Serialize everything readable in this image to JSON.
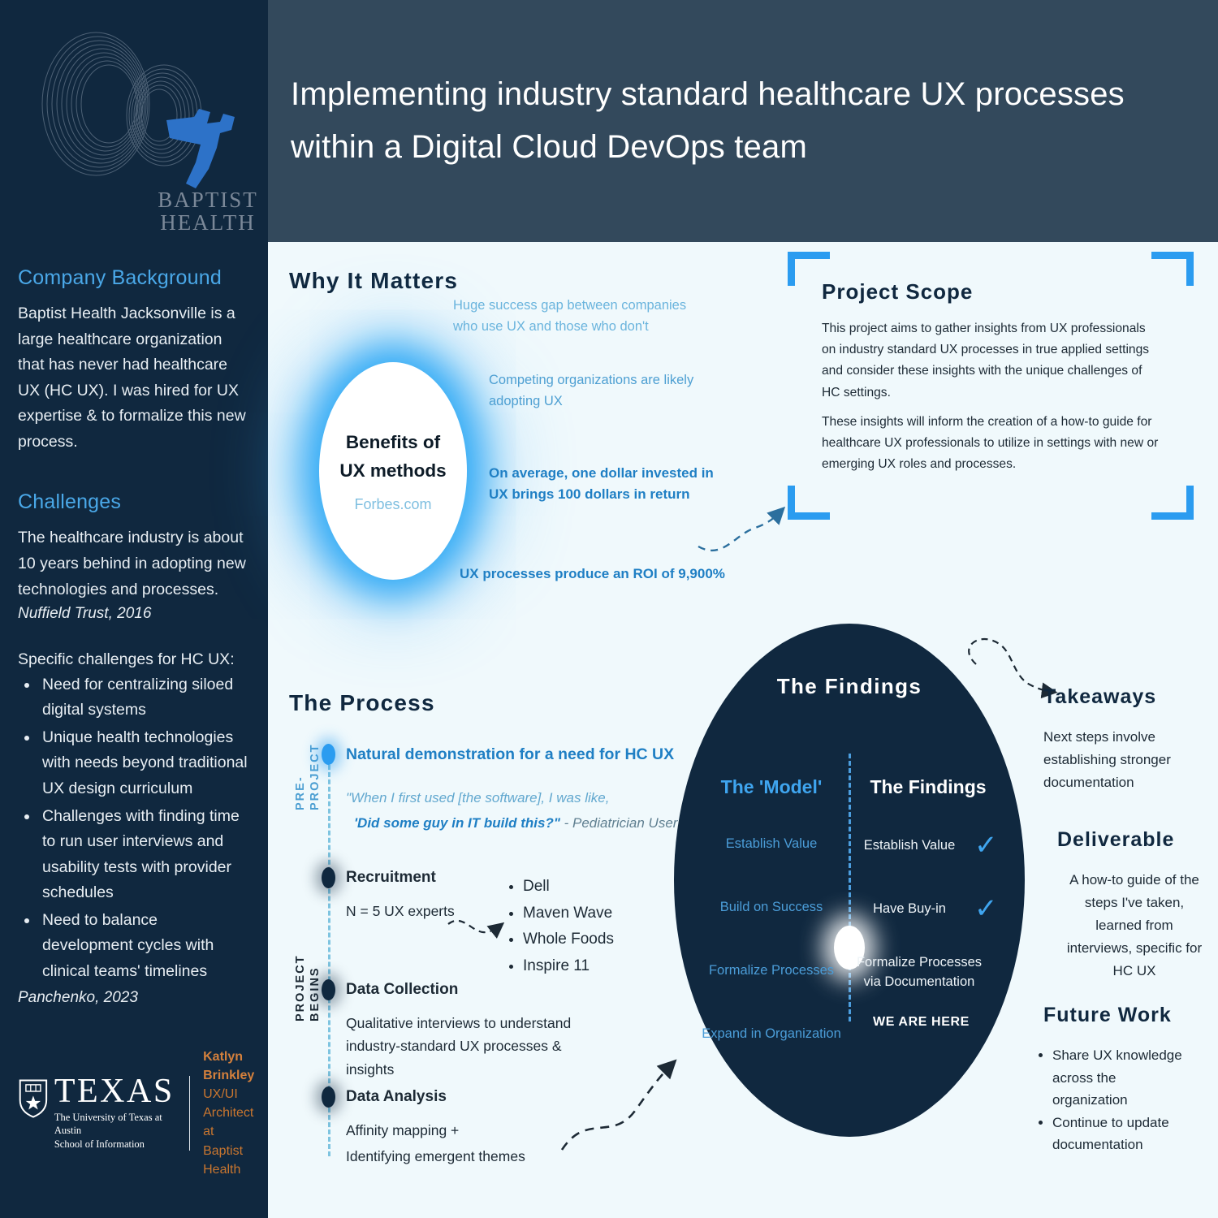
{
  "sidebar": {
    "logo": {
      "brand_line1": "BAPTIST",
      "brand_line2": "HEALTH",
      "icon": "infinity-rings-logo"
    },
    "sections": [
      {
        "heading": "Company Background",
        "body": "Baptist Health Jacksonville is a large healthcare organization that has never had healthcare UX (HC UX). I was hired for UX expertise & to formalize this new process."
      },
      {
        "heading": "Challenges",
        "body": "The healthcare industry is about 10 years behind in adopting new technologies and processes.",
        "citation": "Nuffield Trust, 2016"
      }
    ],
    "challenges_lead": "Specific challenges for HC UX:",
    "challenges_items": [
      "Need for centralizing siloed digital systems",
      "Unique health technologies with needs beyond traditional UX design curriculum",
      "Challenges with finding time to run user interviews and usability tests with provider schedules",
      "Need to balance development cycles with clinical teams' timelines"
    ],
    "challenges_citation": "Panchenko, 2023",
    "footer": {
      "university_name": "TEXAS",
      "university_sub1": "The University of Texas at Austin",
      "university_sub2": "School of Information",
      "author_name": "Katlyn Brinkley",
      "author_role_line1": "UX/UI Architect at",
      "author_role_line2": "Baptist Health"
    }
  },
  "header": {
    "title": "Implementing industry standard healthcare UX processes within a Digital Cloud DevOps team"
  },
  "why_it_matters": {
    "heading": "Why It Matters",
    "ellipse_line1": "Benefits of",
    "ellipse_line2": "UX methods",
    "ellipse_source": "Forbes.com",
    "statements": [
      "Huge success gap between companies who use UX and those who don't",
      "Competing organizations are likely adopting UX",
      "On average, one dollar invested in UX brings 100 dollars in return",
      "UX processes produce an ROI of 9,900%"
    ]
  },
  "project_scope": {
    "heading": "Project Scope",
    "paragraph1": "This project aims to gather insights from UX professionals on industry standard UX processes in true applied settings and consider these insights with the unique challenges of HC settings.",
    "paragraph2": "These insights will inform the creation of a how-to guide for healthcare UX professionals to utilize in settings with new or emerging UX roles and processes."
  },
  "process": {
    "heading": "The Process",
    "phase_label_1a": "PRE-",
    "phase_label_1b": "PROJECT",
    "phase_label_2a": "PROJECT",
    "phase_label_2b": "BEGINS",
    "steps": [
      {
        "title": "Natural demonstration for a need for HC UX",
        "quote_line1": "\"When I first used [the software], I was like,",
        "quote_line2": "'Did some guy in IT build this?\"",
        "quote_attrib": "- Pediatrician User"
      },
      {
        "title": "Recruitment",
        "body": "N = 5 UX experts"
      },
      {
        "title": "Data Collection",
        "body": "Qualitative interviews to understand industry-standard UX processes & insights"
      },
      {
        "title": "Data Analysis",
        "body_line1": "Affinity mapping +",
        "body_line2": "Identifying emergent themes"
      }
    ],
    "companies": [
      "Dell",
      "Maven Wave",
      "Whole Foods",
      "Inspire 11"
    ]
  },
  "findings": {
    "heading": "The Findings",
    "column_left_heading": "The 'Model'",
    "column_right_heading": "The Findings",
    "model_items": [
      "Establish Value",
      "Build on Success",
      "Formalize Processes",
      "Expand in Organization"
    ],
    "findings_items": [
      {
        "label": "Establish Value",
        "check": true
      },
      {
        "label": "Have Buy-in",
        "check": true
      },
      {
        "label": "Formalize Processes via Documentation",
        "check": false
      }
    ],
    "you_are_here": "WE ARE HERE"
  },
  "takeaways": {
    "heading": "Takeaways",
    "body": "Next steps involve establishing stronger documentation"
  },
  "deliverable": {
    "heading": "Deliverable",
    "body": "A how-to guide of the steps I've taken, learned from interviews, specific for HC UX"
  },
  "future_work": {
    "heading": "Future Work",
    "items": [
      "Share UX knowledge across the organization",
      "Continue to update documentation"
    ]
  },
  "colors": {
    "sidebar_bg": "#10283f",
    "header_bg": "#33495c",
    "main_bg": "#f0f9fc",
    "accent_blue": "#2b9cf0",
    "heading_blue": "#4aa8e8",
    "author_orange": "#d4803c"
  }
}
